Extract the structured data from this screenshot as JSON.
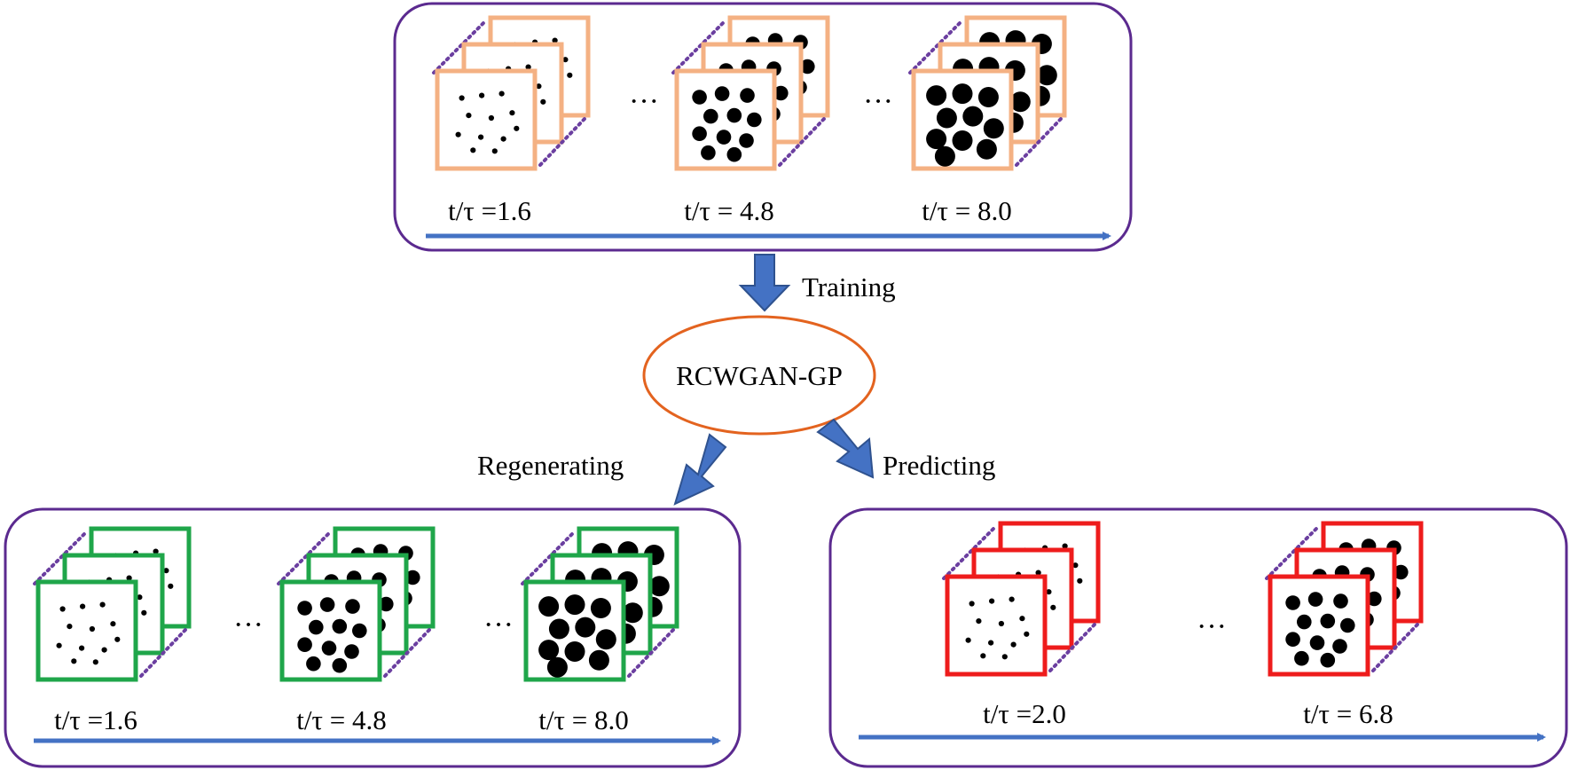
{
  "colors": {
    "panel_border": "#5b2a8f",
    "time_arrow": "#4472c4",
    "flow_arrow_fill": "#4472c4",
    "flow_arrow_stroke": "#2f528f",
    "model_ellipse": "#e3631f",
    "frame_training": "#f4b183",
    "frame_regenerated": "#1fa64a",
    "frame_predicted": "#ee1c1c",
    "stack_dots": "#6b3fa0",
    "particle": "#000000"
  },
  "model": {
    "label": "RCWGAN-GP"
  },
  "flows": {
    "training": "Training",
    "regenerating": "Regenerating",
    "predicting": "Predicting"
  },
  "panels": {
    "training": {
      "frame_type": "training",
      "stages": [
        {
          "label": "t/τ =1.6",
          "particles": "small"
        },
        {
          "label": "t/τ = 4.8",
          "particles": "medium"
        },
        {
          "label": "t/τ = 8.0",
          "particles": "large"
        }
      ],
      "separator": "···"
    },
    "regenerating": {
      "frame_type": "regenerated",
      "stages": [
        {
          "label": "t/τ =1.6",
          "particles": "small"
        },
        {
          "label": "t/τ = 4.8",
          "particles": "medium"
        },
        {
          "label": "t/τ = 8.0",
          "particles": "large"
        }
      ],
      "separator": "···"
    },
    "predicting": {
      "frame_type": "predicted",
      "stages": [
        {
          "label": "t/τ =2.0",
          "particles": "small"
        },
        {
          "label": "t/τ = 6.8",
          "particles": "medium"
        }
      ],
      "separator": "···"
    }
  }
}
